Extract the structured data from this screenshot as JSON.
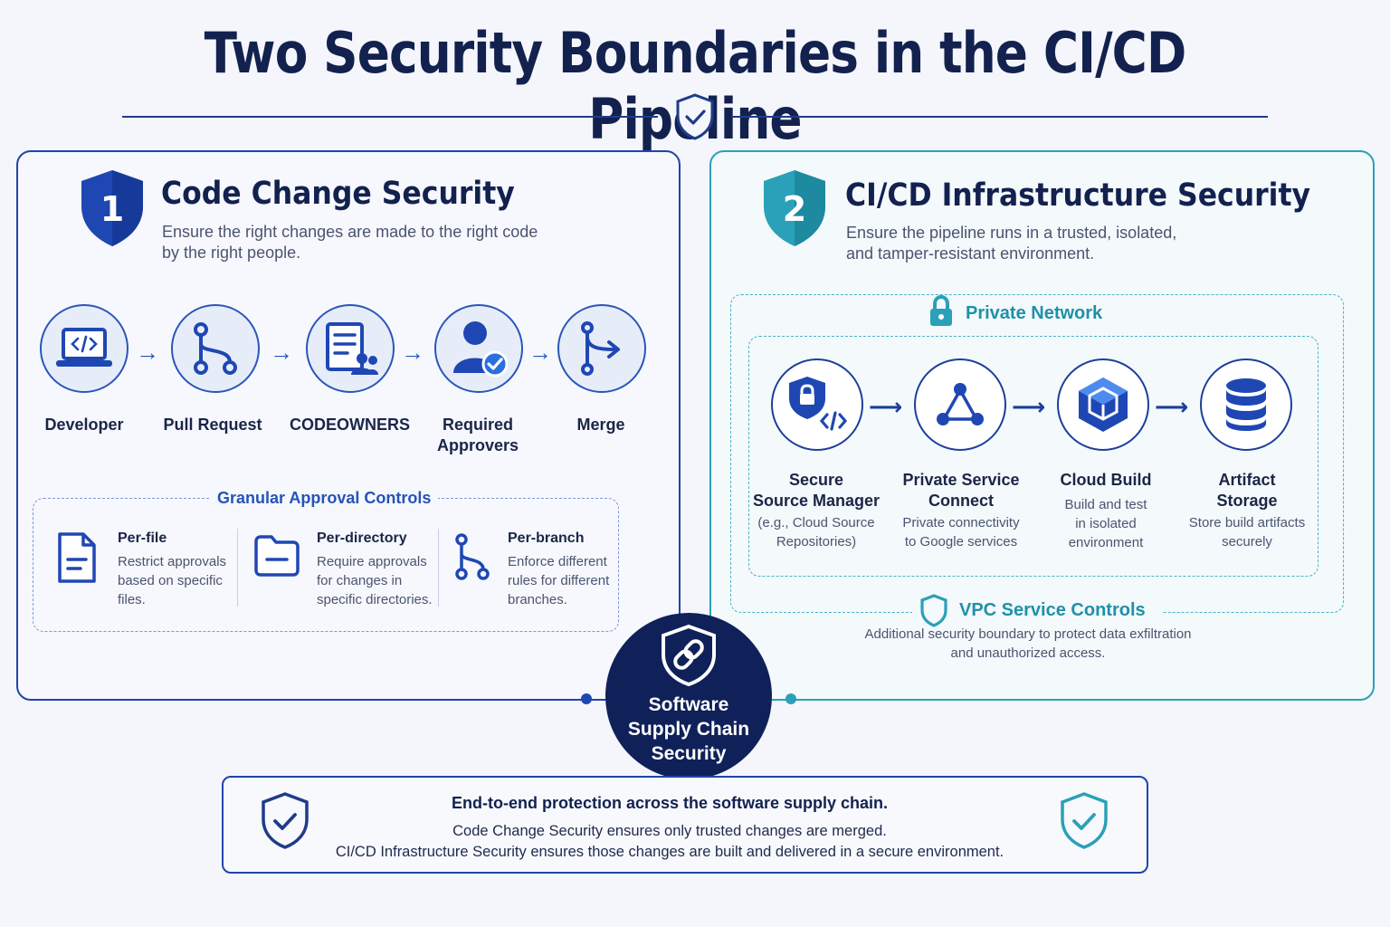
{
  "title": "Two Security Boundaries in the CI/CD Pipeline",
  "colors": {
    "navy": "#13214f",
    "blue": "#2045a8",
    "teal": "#2aa1b8"
  },
  "left_panel": {
    "number": "1",
    "title": "Code Change Security",
    "subtitle_line1": "Ensure the right changes are made to the right code",
    "subtitle_line2": "by the right people.",
    "steps": [
      {
        "label": "Developer",
        "icon": "laptop-code-icon"
      },
      {
        "label": "Pull Request",
        "icon": "pull-request-icon"
      },
      {
        "label": "CODEOWNERS",
        "icon": "document-group-icon"
      },
      {
        "label_line1": "Required",
        "label_line2": "Approvers",
        "icon": "user-check-icon"
      },
      {
        "label": "Merge",
        "icon": "merge-icon"
      }
    ],
    "controls_title": "Granular Approval Controls",
    "controls": [
      {
        "title": "Per-file",
        "desc": [
          "Restrict approvals",
          "based on specific",
          "files."
        ],
        "icon": "file-icon"
      },
      {
        "title": "Per-directory",
        "desc": [
          "Require approvals",
          "for changes in",
          "specific directories."
        ],
        "icon": "folder-icon"
      },
      {
        "title": "Per-branch",
        "desc": [
          "Enforce different",
          "rules for different",
          "branches."
        ],
        "icon": "branch-icon"
      }
    ]
  },
  "right_panel": {
    "number": "2",
    "title": "CI/CD Infrastructure Security",
    "subtitle_line1": "Ensure the pipeline runs in a trusted, isolated,",
    "subtitle_line2": "and tamper-resistant environment.",
    "network_title": "Private Network",
    "steps": [
      {
        "label_line1": "Secure",
        "label_line2": "Source Manager",
        "desc": [
          "(e.g., Cloud Source",
          "Repositories)"
        ],
        "icon": "secure-code-icon"
      },
      {
        "label_line1": "Private Service",
        "label_line2": "Connect",
        "desc": [
          "Private connectivity",
          "to Google services"
        ],
        "icon": "network-nodes-icon"
      },
      {
        "label_line1": "Cloud Build",
        "label_line2": "",
        "desc": [
          "Build and test",
          "in isolated",
          "environment"
        ],
        "icon": "cloud-build-icon"
      },
      {
        "label_line1": "Artifact",
        "label_line2": "Storage",
        "desc": [
          "Store build artifacts",
          "securely"
        ],
        "icon": "database-icon"
      }
    ],
    "vpc_title": "VPC Service Controls",
    "vpc_line1": "Additional security boundary to protect data exfiltration",
    "vpc_line2": "and unauthorized access."
  },
  "hub": {
    "line1": "Software",
    "line2": "Supply Chain",
    "line3": "Security",
    "icon": "shield-link-icon"
  },
  "bottom": {
    "heading": "End-to-end protection across the software supply chain.",
    "line1": "Code Change Security ensures only trusted changes are merged.",
    "line2": "CI/CD Infrastructure Security ensures those changes are built and delivered in a secure environment."
  }
}
